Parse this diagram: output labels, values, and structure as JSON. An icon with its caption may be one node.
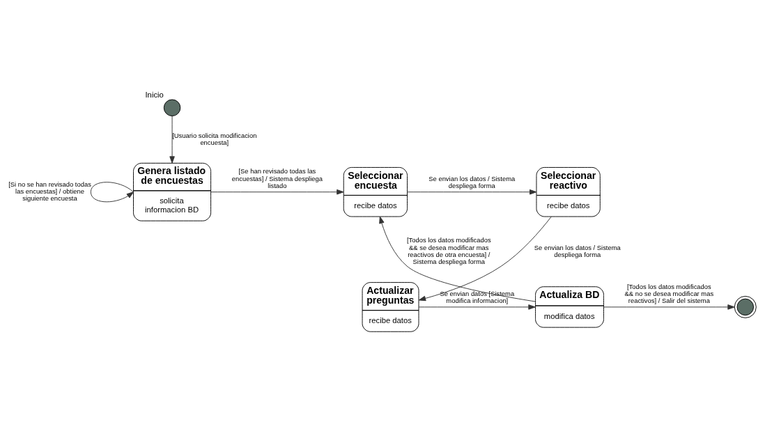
{
  "diagram": {
    "nodes": [
      {
        "text": [],
        "shape": "circle",
        "beside": [
          "Inicio"
        ]
      },
      {
        "text": [
          "Genera listado de encuestas",
          "solicita informacion BD"
        ]
      },
      {
        "text": [
          "Seleccionar encuesta",
          "recibe datos"
        ]
      },
      {
        "text": [
          "Seleccionar reactivo",
          "recibe datos"
        ]
      },
      {
        "text": [
          "Actualizar preguntas",
          "recibe datos"
        ]
      },
      {
        "text": [
          "Actualiza BD",
          "modifica datos"
        ]
      },
      {
        "text": [],
        "shape": "circle"
      }
    ],
    "edges": [
      {
        "from": 0,
        "to": 1,
        "arrow": "to",
        "label": "[Usuario solicita modificacion encuesta]"
      },
      {
        "from": 1,
        "to": 1,
        "arrow": "to",
        "label": "[Si no se han revisado todas las encuestas] / obtiene siguiente encuesta"
      },
      {
        "from": 1,
        "to": 2,
        "arrow": "to",
        "label": "[Se han revisado todas las encuestas] / Sistema despliega listado"
      },
      {
        "from": 2,
        "to": 3,
        "arrow": "to",
        "label": "Se envian los datos / Sistema despliega forma"
      },
      {
        "from": 3,
        "to": 4,
        "arrow": "to",
        "label": "Se envian los datos / Sistema despliega forma"
      },
      {
        "from": 4,
        "to": 5,
        "arrow": "to",
        "label": "Se envian datos [Sistema modifica informacion]"
      },
      {
        "from": 5,
        "to": 2,
        "arrow": "to",
        "label": "[Todos los datos modificados && se desea modificar mas reactivos de otra encuesta] / Sistema despliega forma"
      },
      {
        "from": 5,
        "to": 6,
        "arrow": "to",
        "label": "[Todos los datos modificados && no se desea modificar mas reactivos] / Salir del sistema"
      }
    ]
  }
}
